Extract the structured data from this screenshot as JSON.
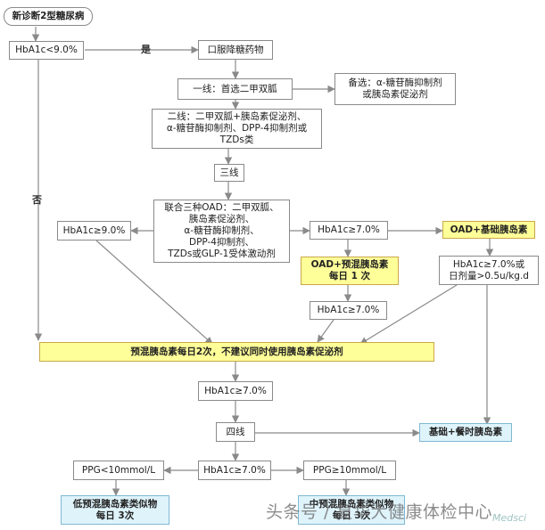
{
  "nodes": {
    "start": "新诊断2型糖尿病",
    "hba1c_lt9": "HbA1c<9.0%",
    "oral": "口服降糖药物",
    "line1": "一线：首选二甲双胍",
    "alt": "备选：α-糖苷酶抑制剂\n或胰岛素促泌剂",
    "line2": "二线：二甲双胍+胰岛素促泌剂、\nα-糖苷酶抑制剂、DPP-4抑制剂或\nTZDs类",
    "line3": "三线",
    "triple": "联合三种OAD：二甲双胍、\n胰岛素促泌剂、\nα-糖苷酶抑制剂、\nDPP-4抑制剂、\nTZDs或GLP-1受体激动剂",
    "hba1c_ge9": "HbA1c≥9.0%",
    "hba1c_ge7_a": "HbA1c≥7.0%",
    "oad_basal": "OAD+基础胰岛素",
    "oad_premix": "OAD+预混胰岛素\n每日 1 次",
    "hba1c_ge7_dose": "HbA1c≥7.0%或\n日剂量>0.5u/kg.d",
    "hba1c_ge7_b": "HbA1c≥7.0%",
    "premix2": "预混胰岛素每日2次，不建议同时使用胰岛素促泌剂",
    "hba1c_ge7_c": "HbA1c≥7.0%",
    "line4": "四线",
    "basal_bolus": "基础+餐时胰岛素",
    "ppg_lt10": "PPG<10mmol/L",
    "hba1c_ge7_d": "HbA1c≥7.0%",
    "ppg_ge10": "PPG≥10mmol/L",
    "low_premix": "低预混胰岛素类似物\n每日 3次",
    "mid_premix": "中预混胰岛素类似物\n每日 3次"
  },
  "labels": {
    "yes": "是",
    "no": "否"
  },
  "watermark": {
    "main": "头条号 / 复华大健康体检中心",
    "brand": "Medsci"
  },
  "colors": {
    "yellow": "#ffff99",
    "blue": "#dff3fb",
    "line": "#8a8a8a"
  }
}
